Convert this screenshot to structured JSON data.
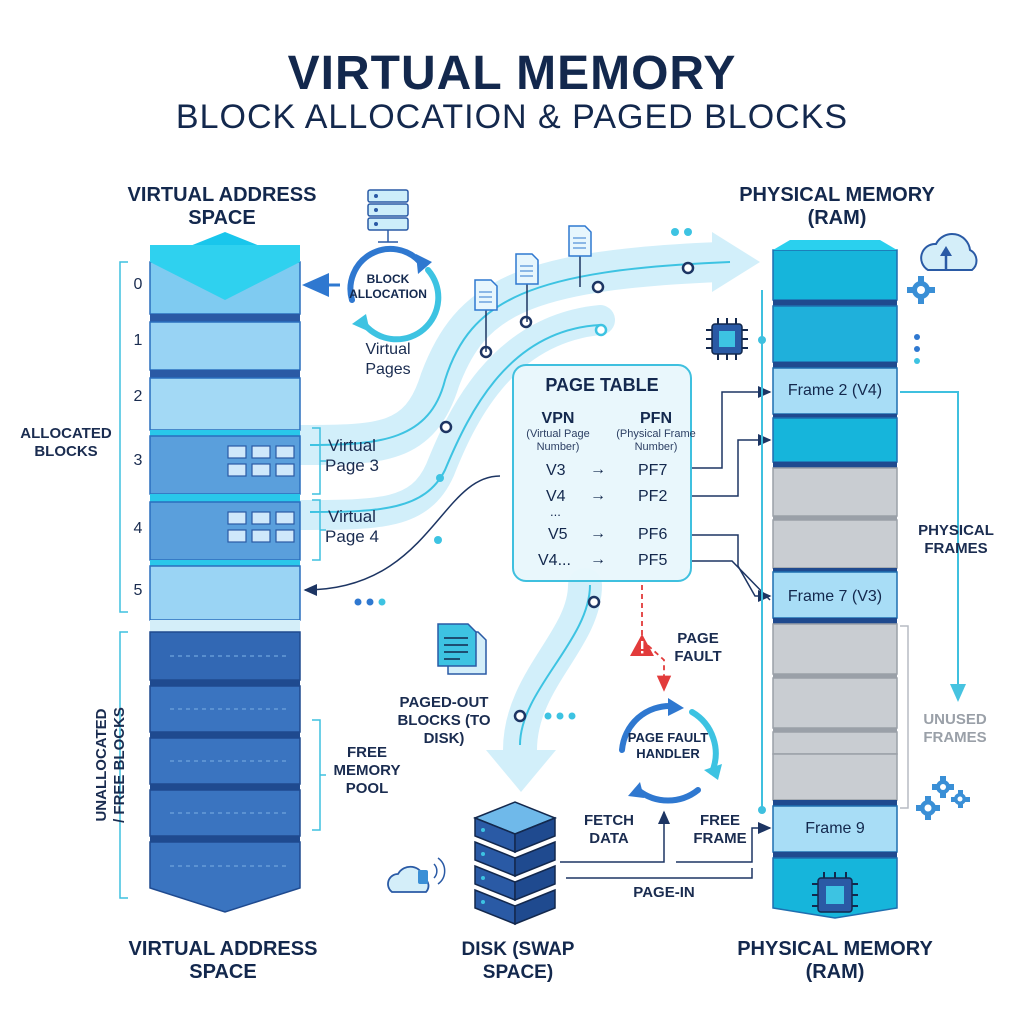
{
  "title": "VIRTUAL MEMORY",
  "subtitle": "BLOCK ALLOCATION & PAGED BLOCKS",
  "virtual_space": {
    "header": "VIRTUAL ADDRESS SPACE",
    "footer": "VIRTUAL ADDRESS SPACE",
    "indices": [
      "0",
      "1",
      "2",
      "3",
      "4",
      "5"
    ],
    "allocated_label": "ALLOCATED BLOCKS",
    "unallocated_label": "UNALLOCATED / FREE BLOCKS",
    "free_pool_label": "FREE MEMORY POOL",
    "page3_label": "Virtual Page 3",
    "page4_label": "Virtual Page 4"
  },
  "block_allocation": {
    "label": "BLOCK ALLOCATION",
    "caption": "Virtual Pages"
  },
  "page_table": {
    "title": "PAGE TABLE",
    "vpn_header": "VPN",
    "vpn_sub": "(Virtual Page Number)",
    "pfn_header": "PFN",
    "pfn_sub": "(Physical Frame Number)",
    "rows": [
      {
        "vpn": "V3",
        "pfn": "PF7"
      },
      {
        "vpn": "V4",
        "pfn": "PF2"
      },
      {
        "vpn": "...",
        "pfn": ""
      },
      {
        "vpn": "V5",
        "pfn": "PF6"
      },
      {
        "vpn": "V4...",
        "pfn": "PF5"
      }
    ]
  },
  "physical": {
    "header": "PHYSICAL MEMORY (RAM)",
    "footer": "PHYSICAL MEMORY (RAM)",
    "frame_2": "Frame 2 (V4)",
    "frame_7": "Frame 7 (V3)",
    "frame_9": "Frame 9",
    "physical_frames_label": "PHYSICAL FRAMES",
    "unused_frames_label": "UNUSED FRAMES"
  },
  "page_fault": {
    "label": "PAGE FAULT",
    "handler_label": "PAGE FAULT HANDLER",
    "fetch_data": "FETCH DATA",
    "free_frame": "FREE FRAME",
    "page_in": "PAGE-IN"
  },
  "disk": {
    "paged_out_label": "PAGED-OUT BLOCKS (TO DISK)",
    "label": "DISK (SWAP SPACE)"
  },
  "colors": {
    "navy": "#13284d",
    "cyan": "#1fc5e8",
    "light_cyan": "#cfeef9",
    "mid_blue": "#3a8fd6",
    "dark_blue": "#2a5ea8",
    "gray_frame": "#c9cdd2",
    "alert": "#e23b3b"
  }
}
